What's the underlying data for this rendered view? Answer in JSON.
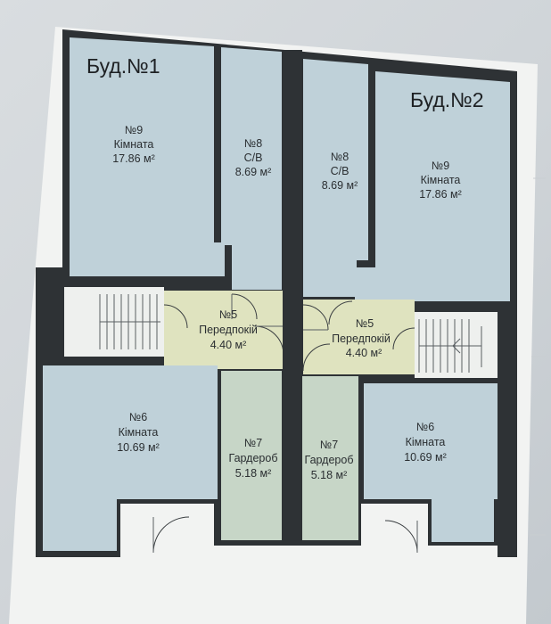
{
  "buildings": [
    {
      "title": "Буд.№1"
    },
    {
      "title": "Буд.№2"
    }
  ],
  "rooms": [
    {
      "id": "b1-r9",
      "number": "№9",
      "name": "Кімната",
      "area": "17.86 м²"
    },
    {
      "id": "b1-r8",
      "number": "№8",
      "name": "С/В",
      "area": "8.69 м²"
    },
    {
      "id": "b2-r8",
      "number": "№8",
      "name": "С/В",
      "area": "8.69 м²"
    },
    {
      "id": "b2-r9",
      "number": "№9",
      "name": "Кімната",
      "area": "17.86 м²"
    },
    {
      "id": "b1-r5",
      "number": "№5",
      "name": "Передпокій",
      "area": "4.40 м²"
    },
    {
      "id": "b2-r5",
      "number": "№5",
      "name": "Передпокій",
      "area": "4.40 м²"
    },
    {
      "id": "b1-r6",
      "number": "№6",
      "name": "Кімната",
      "area": "10.69 м²"
    },
    {
      "id": "b1-r7",
      "number": "№7",
      "name": "Гардероб",
      "area": "5.18 м²"
    },
    {
      "id": "b2-r7",
      "number": "№7",
      "name": "Гардероб",
      "area": "5.18 м²"
    },
    {
      "id": "b2-r6",
      "number": "№6",
      "name": "Кімната",
      "area": "10.69 м²"
    }
  ],
  "colors": {
    "room_blue": "#bfd1d9",
    "room_green": "#c7d6c7",
    "room_yellow": "#dfe3bf",
    "wall": "#2e3235"
  }
}
